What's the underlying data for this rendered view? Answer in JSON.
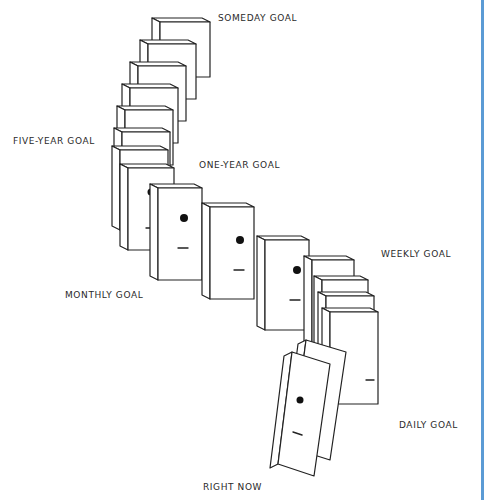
{
  "diagram": {
    "labels": [
      "SOMEDAY GOAL",
      "FIVE-YEAR GOAL",
      "ONE-YEAR GOAL",
      "WEEKLY GOAL",
      "MONTHLY GOAL",
      "DAILY GOAL",
      "RIGHT NOW"
    ]
  }
}
